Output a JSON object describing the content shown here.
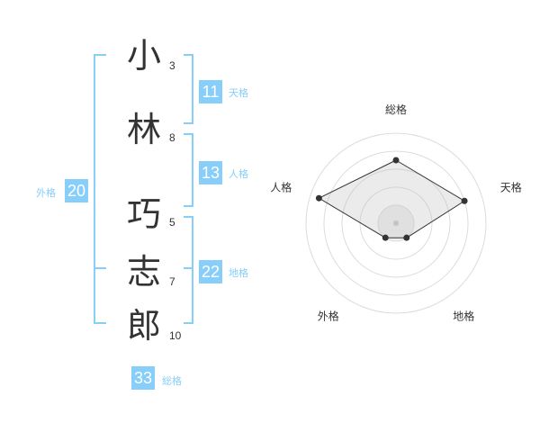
{
  "name_chars": [
    {
      "char": "小",
      "strokes": "3"
    },
    {
      "char": "林",
      "strokes": "8"
    },
    {
      "char": "巧",
      "strokes": "5"
    },
    {
      "char": "志",
      "strokes": "7"
    },
    {
      "char": "郎",
      "strokes": "10"
    }
  ],
  "fortunes": {
    "tenkaku": {
      "value": "11",
      "label": "天格"
    },
    "jinkaku": {
      "value": "13",
      "label": "人格"
    },
    "chikaku": {
      "value": "22",
      "label": "地格"
    },
    "gaikaku": {
      "value": "20",
      "label": "外格"
    },
    "soukaku": {
      "value": "33",
      "label": "総格"
    }
  },
  "colors": {
    "accent": "#87CEFA",
    "text": "#333333"
  },
  "chart_data": {
    "type": "radar",
    "axes": [
      "総格",
      "天格",
      "地格",
      "外格",
      "人格"
    ],
    "values": [
      3.5,
      4,
      1,
      1,
      4.5
    ],
    "range": [
      0,
      5
    ],
    "rings": 5
  }
}
